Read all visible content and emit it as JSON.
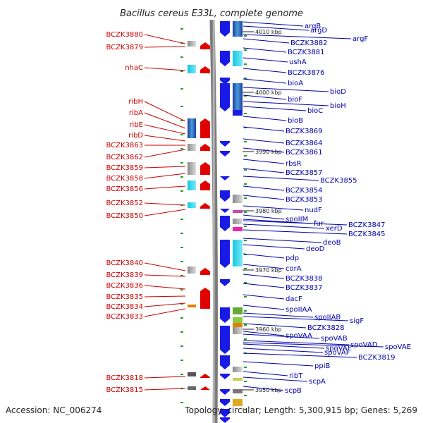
{
  "title": "Bacillus cereus E33L, complete genome",
  "footer": {
    "accession": "Accession: NC_006274",
    "topology": "Topology: circular; Length: 5,300,915 bp; Genes: 5,269"
  },
  "colors": {
    "reverse_strand": "#e00000",
    "forward_strand": "#1a1ae6",
    "left_label": "#cc0000",
    "right_label": "#0000aa",
    "backbone": "#9a9a9a",
    "cog_dots": "#22a022"
  },
  "ticks": [
    "4010 kbp",
    "4000 kbp",
    "3990 kbp",
    "3980 kbp",
    "3970 kbp",
    "3960 kbp",
    "3950 kbp"
  ],
  "left_genes": [
    "BCZK3880",
    "BCZK3879",
    "nhaC",
    "ribH",
    "ribA",
    "ribE",
    "ribD",
    "BCZK3863",
    "BCZK3862",
    "BCZK3859",
    "BCZK3858",
    "BCZK3856",
    "BCZK3852",
    "BCZK3850",
    "BCZK3840",
    "BCZK3839",
    "BCZK3836",
    "BCZK3835",
    "BCZK3834",
    "BCZK3833",
    "BCZK3818",
    "BCZK3815"
  ],
  "right_genes": [
    "argB",
    "argD",
    "argF",
    "BCZK3882",
    "BCZK3881",
    "ushA",
    "BCZK3876",
    "bioA",
    "bioD",
    "bioF",
    "bioH",
    "bioC",
    "bioB",
    "BCZK3869",
    "BCZK3864",
    "BCZK3861",
    "rbsR",
    "BCZK3857",
    "BCZK3855",
    "BCZK3854",
    "BCZK3853",
    "nudF",
    "spoIIM",
    "fur",
    "BCZK3847",
    "xerD",
    "BCZK3845",
    "deoB",
    "deoD",
    "pdp",
    "corA",
    "BCZK3838",
    "BCZK3837",
    "dacF",
    "spoIIAA",
    "spoIIAB",
    "sigF",
    "BCZK3828",
    "spoVAA",
    "spoVAB",
    "spoVAD",
    "spoVAE",
    "spoVAE",
    "spoVAF",
    "BCZK3819",
    "ppiB",
    "ribT",
    "scpA",
    "scpB"
  ]
}
